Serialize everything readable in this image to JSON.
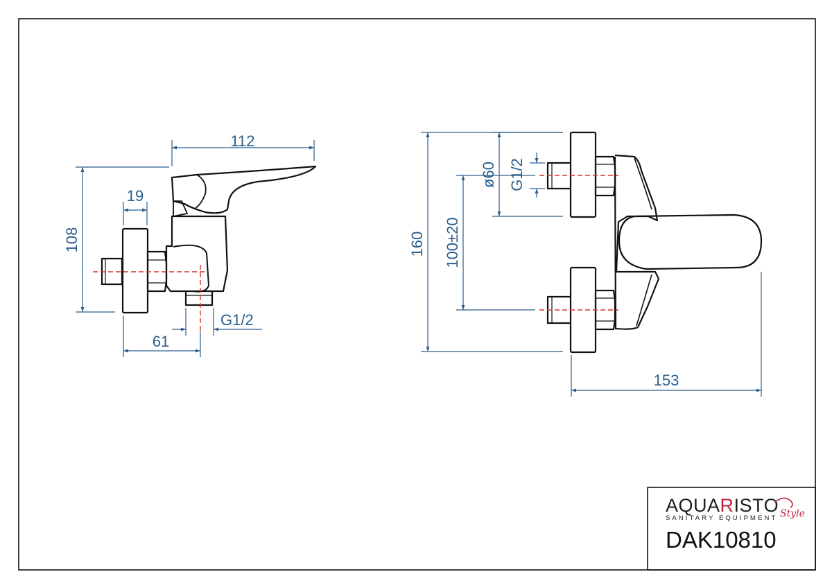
{
  "drawing": {
    "side_view": {
      "dims": {
        "width_top": "112",
        "depth_small": "19",
        "height": "108",
        "connection": "G1/2",
        "depth_bottom": "61"
      }
    },
    "front_view": {
      "dims": {
        "total_height": "160",
        "centers": "100±20",
        "flange_diameter": "ø60",
        "connection": "G1/2",
        "width": "153"
      }
    }
  },
  "title_block": {
    "brand_prefix": "AQUA",
    "brand_accent": "RISTO",
    "brand_subtitle": "SANITARY EQUIPMENT",
    "brand_style": "Style",
    "product_code": "DAK10810"
  },
  "colors": {
    "dimension": "#2a5d8c",
    "centerline": "#d9302a",
    "outline": "#111111",
    "brand_accent": "#c0203a"
  }
}
